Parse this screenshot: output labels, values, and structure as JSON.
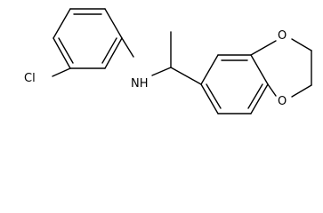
{
  "molecule": {
    "atoms": {
      "chlorine": "Cl",
      "amine": "NH",
      "oxygen_upper": "O",
      "oxygen_lower": "O"
    },
    "colors": {
      "bond": "#000000",
      "label": "#000000",
      "background": "#ffffff"
    }
  }
}
